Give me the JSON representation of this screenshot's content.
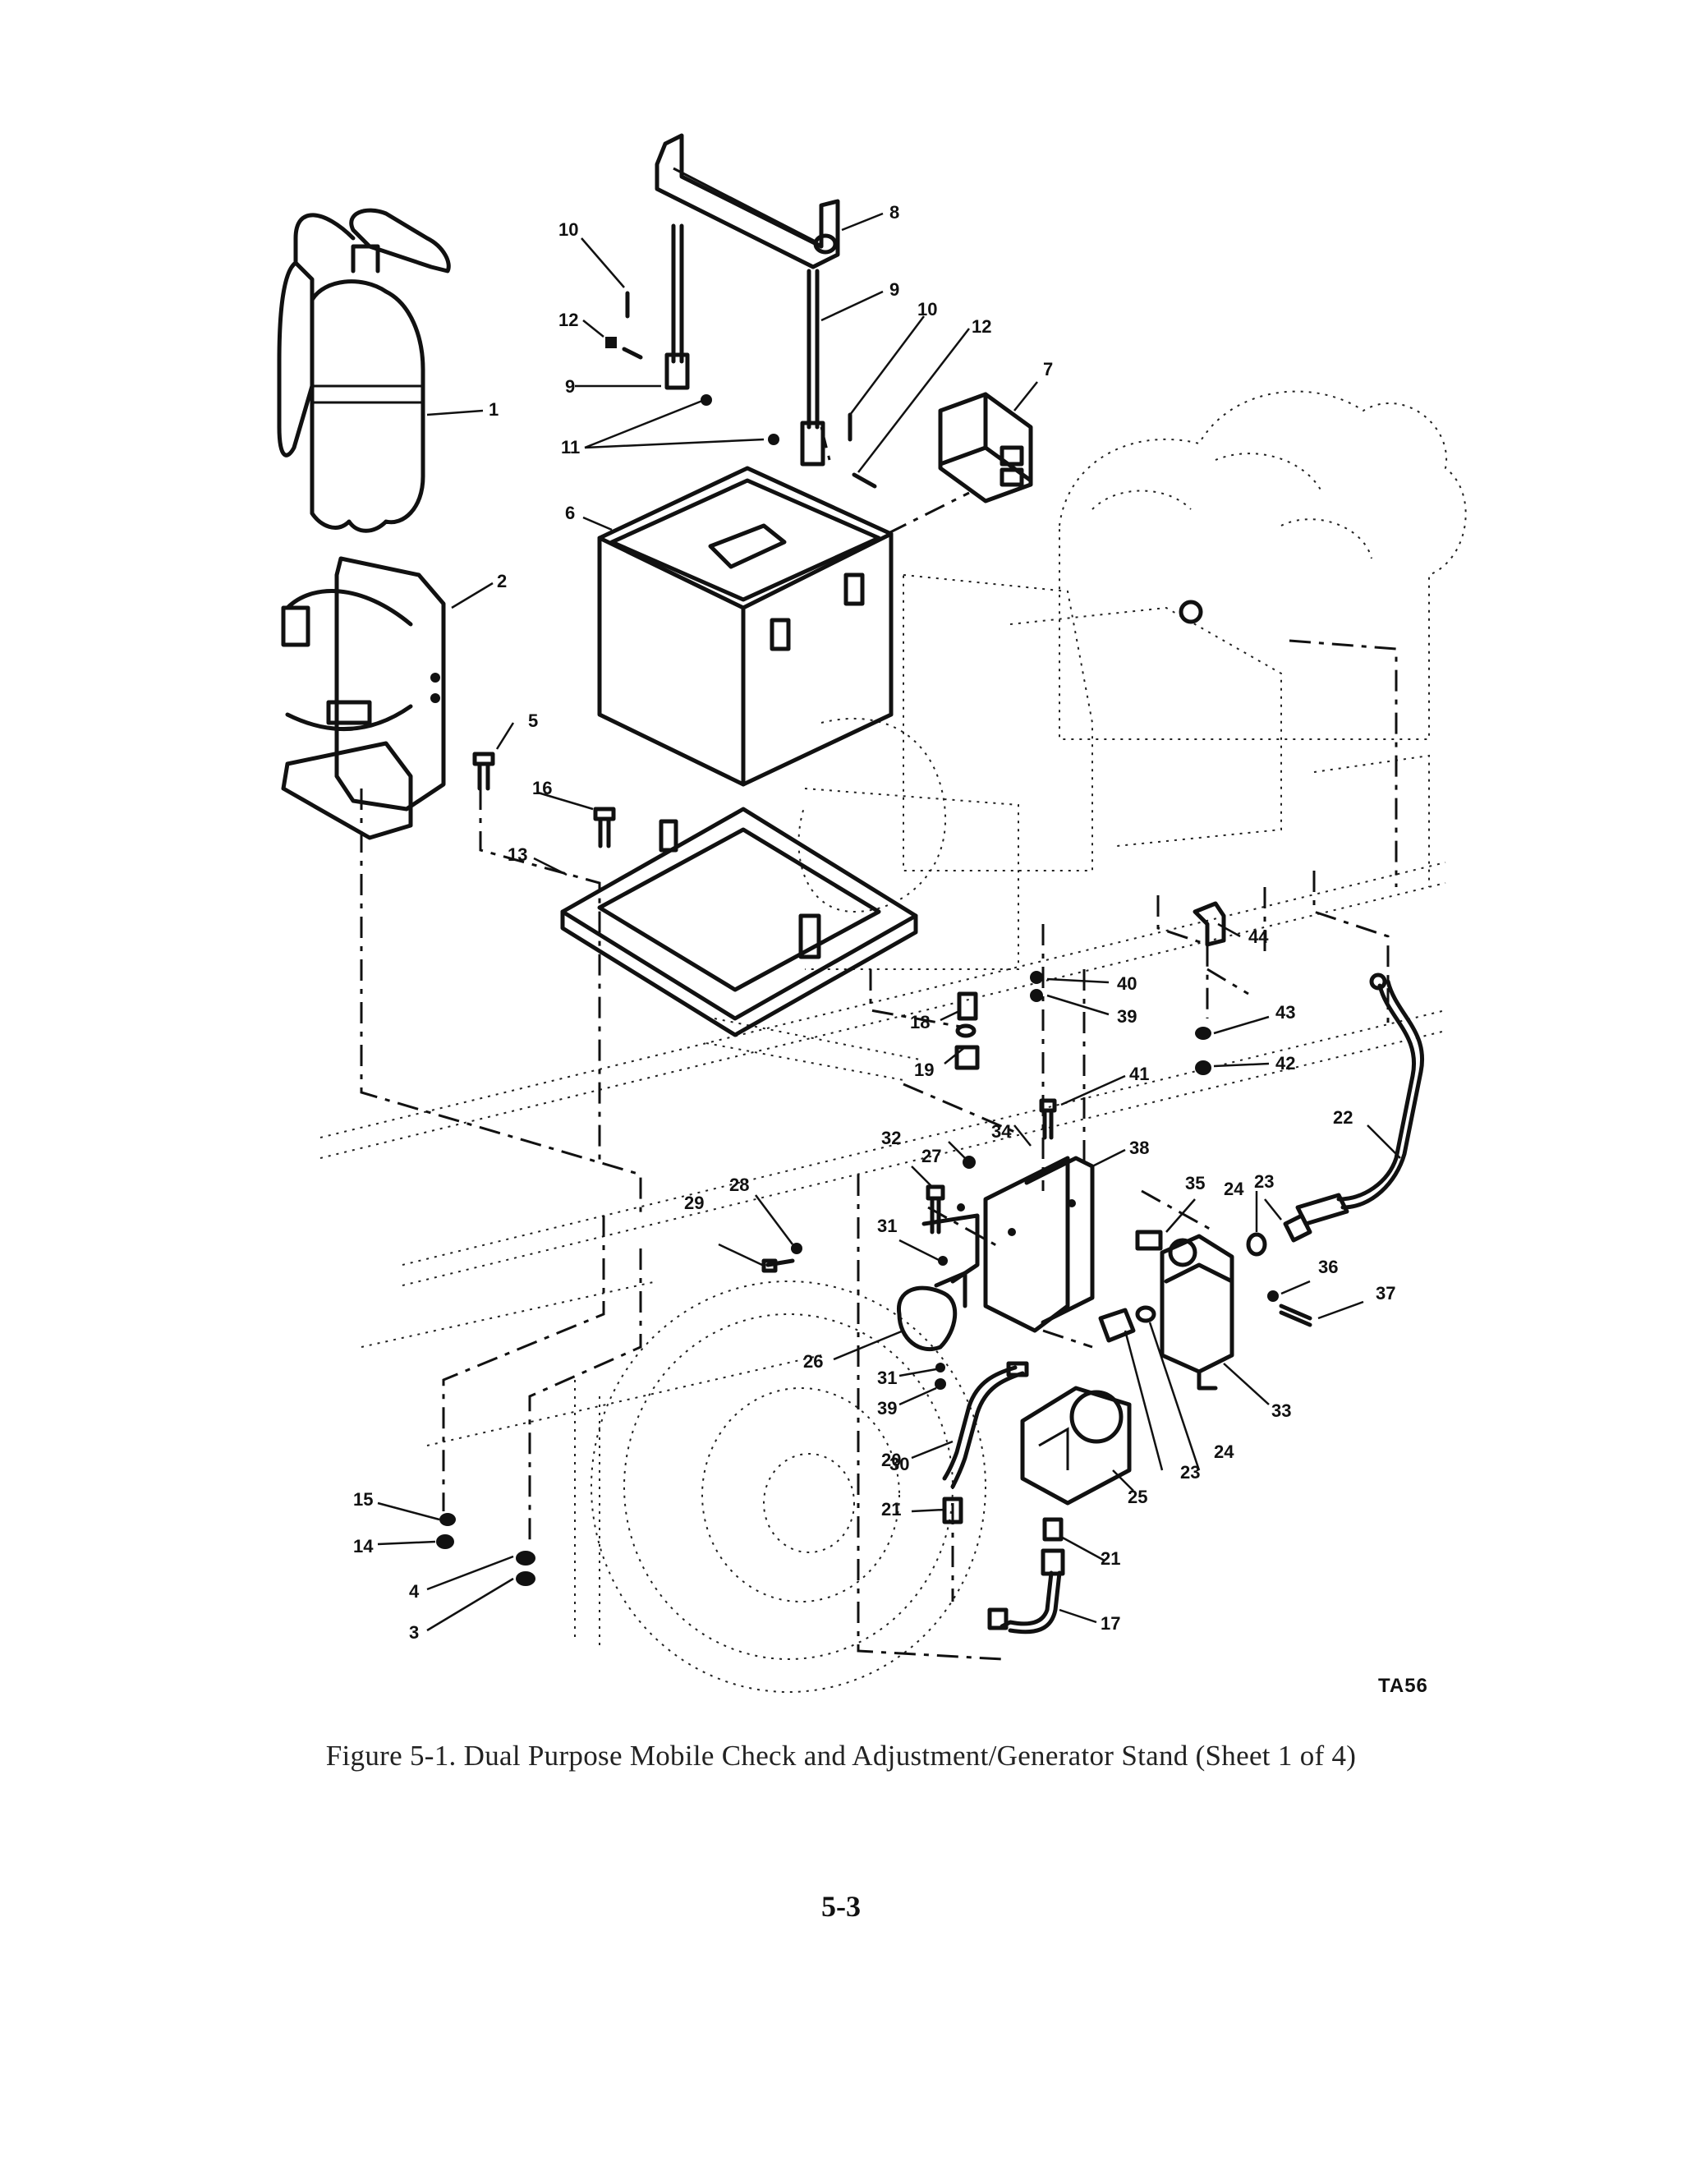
{
  "figure": {
    "drawing_id": "TA56",
    "caption": "Figure 5-1. Dual Purpose Mobile Check and Adjustment/Generator Stand (Sheet 1 of 4)",
    "callouts": [
      "1",
      "2",
      "3",
      "4",
      "5",
      "6",
      "7",
      "8",
      "9",
      "9",
      "10",
      "10",
      "11",
      "12",
      "12",
      "13",
      "14",
      "15",
      "16",
      "17",
      "18",
      "19",
      "20",
      "21",
      "21",
      "22",
      "23",
      "23",
      "24",
      "24",
      "25",
      "26",
      "27",
      "28",
      "29",
      "30",
      "31",
      "31",
      "32",
      "33",
      "34",
      "35",
      "36",
      "37",
      "38",
      "39",
      "39",
      "40",
      "41",
      "42",
      "43",
      "44"
    ]
  },
  "page": {
    "number": "5-3"
  }
}
